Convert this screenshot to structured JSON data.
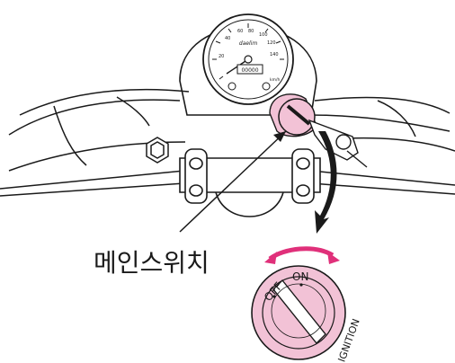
{
  "callout": {
    "label": "메인스위치"
  },
  "speedometer": {
    "brand": "daelim",
    "ticks": [
      "20",
      "40",
      "60",
      "80",
      "100",
      "120",
      "140"
    ],
    "unit": "km/h",
    "odometer": "00000"
  },
  "ignition_switch": {
    "positions": [
      "OFF",
      "ON",
      "IGNITION"
    ]
  },
  "colors": {
    "highlight": "#f2c2d6",
    "arrow_pink": "#e0307a",
    "ink": "#1a1a1a"
  }
}
